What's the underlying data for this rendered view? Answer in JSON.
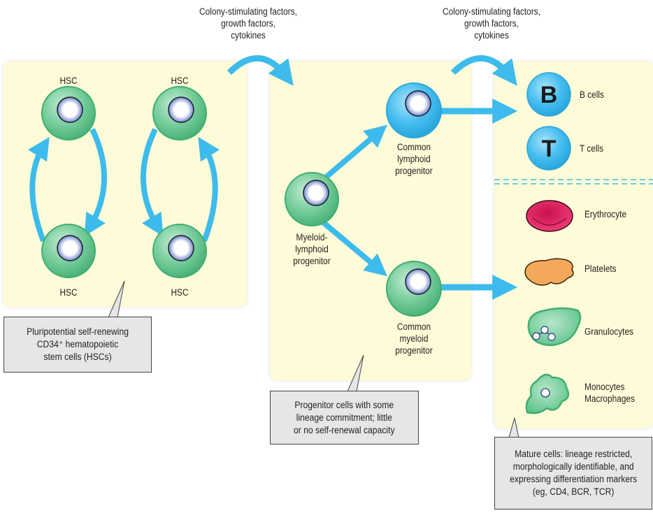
{
  "top_labels": {
    "left": [
      "Colony-stimulating factors,",
      "growth factors,",
      "cytokines"
    ],
    "right": [
      "Colony-stimulating factors,",
      "growth factors,",
      "cytokines"
    ]
  },
  "panel_hsc": {
    "cells": [
      {
        "label": "HSC",
        "position": "top-left"
      },
      {
        "label": "HSC",
        "position": "top-right"
      },
      {
        "label": "HSC",
        "position": "bottom-left"
      },
      {
        "label": "HSC",
        "position": "bottom-right"
      }
    ],
    "callout": [
      "Pluripotential self-renewing",
      "CD34⁺ hematopoietic",
      "stem cells (HSCs)"
    ]
  },
  "panel_progenitor": {
    "myeloid_lymphoid": [
      "Myeloid-",
      "lymphoid",
      "progenitor"
    ],
    "common_lymphoid": [
      "Common",
      "lymphoid",
      "progenitor"
    ],
    "common_myeloid": [
      "Common",
      "myeloid",
      "progenitor"
    ],
    "callout": [
      "Progenitor cells with some",
      "lineage commitment; little",
      "or no self-renewal capacity"
    ]
  },
  "panel_mature": {
    "lymphoid": [
      {
        "letter": "B",
        "label": "B cells"
      },
      {
        "letter": "T",
        "label": "T cells"
      }
    ],
    "myeloid": [
      {
        "label": "Erythrocyte",
        "icon": "erythrocyte-icon"
      },
      {
        "label": "Platelets",
        "icon": "platelet-icon"
      },
      {
        "label": "Granulocytes",
        "icon": "granulocyte-icon"
      },
      {
        "label": [
          "Monocytes",
          "Macrophages"
        ],
        "icon": "monocyte-icon"
      }
    ],
    "callout": [
      "Mature cells: lineage restricted,",
      "morphologically identifiable, and",
      "expressing differentiation markers",
      "(eg, CD4, BCR, TCR)"
    ]
  },
  "colors": {
    "panel_bg": "#fefbd8",
    "arrow": "#3dbbec",
    "stem_cell": "#5cc08a",
    "lymphoid_cell": "#39b5ea",
    "erythrocyte": "#d4195a",
    "platelet": "#f4a95a",
    "callout_bg": "#e6e6e6"
  }
}
